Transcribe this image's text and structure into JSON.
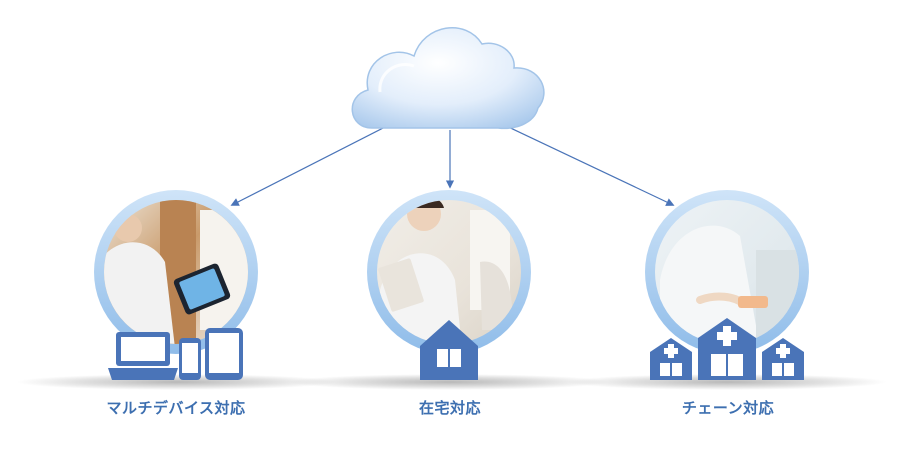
{
  "nodes": [
    {
      "label": "マルチデバイス対応",
      "icons": [
        "laptop-icon",
        "smartphone-icon",
        "tablet-icon"
      ]
    },
    {
      "label": "在宅対応",
      "icons": [
        "house-icon"
      ]
    },
    {
      "label": "チェーン対応",
      "icons": [
        "clinic-icon",
        "hospital-icon",
        "clinic-icon"
      ]
    }
  ],
  "colors": {
    "accent": "#4a74b8",
    "label": "#3d6fb0",
    "ring": "#a9cdf0",
    "cloud": "#cfe3f7"
  },
  "center_icon": "cloud-icon"
}
